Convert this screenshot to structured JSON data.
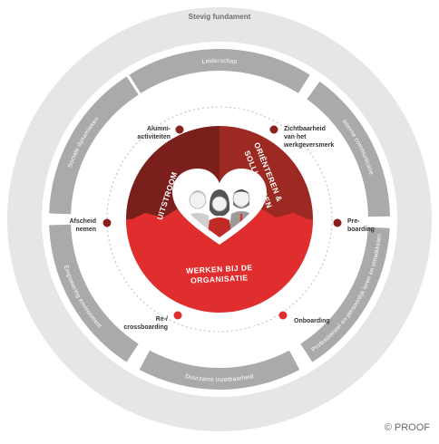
{
  "diagram": {
    "outer_ring_title": "Stevig fundament",
    "ring_segments": [
      {
        "id": "leiderschap",
        "label": "Leiderschap"
      },
      {
        "id": "interne-communicatie",
        "label": "Interne communicatie"
      },
      {
        "id": "professioneel",
        "label": "Professioneel en persoonlijk leren en ontwikkelen"
      },
      {
        "id": "duurzame",
        "label": "Duurzame inzetbaarheid"
      },
      {
        "id": "empowering",
        "label": "Empowering environment"
      },
      {
        "id": "sociale",
        "label": "Sociale dynamieken"
      }
    ],
    "milestones": [
      {
        "id": "alumni",
        "lines": [
          "Alumni-",
          "activiteiten"
        ]
      },
      {
        "id": "zichtbaarheid",
        "lines": [
          "Zichtbaarheid",
          "van het",
          "werkgeversmerk"
        ]
      },
      {
        "id": "preboarding",
        "lines": [
          "Pre-",
          "boarding"
        ]
      },
      {
        "id": "onboarding",
        "lines": [
          "Onboarding"
        ]
      },
      {
        "id": "recrossboarding",
        "lines": [
          "Re-/",
          "crossboarding"
        ]
      },
      {
        "id": "afscheid",
        "lines": [
          "Afscheid",
          "nemen"
        ]
      }
    ],
    "core": {
      "left_label": "UITSTROOM",
      "right_label_lines": [
        "ORIËNTEREN &",
        "SOLLICITEREN"
      ],
      "bottom_label_lines": [
        "WERKEN BIJ DE",
        "ORGANISATIE"
      ]
    }
  },
  "copyright": "© PROOF",
  "colors": {
    "ring_outer": "#e6e6e6",
    "ring_segment": "#aaaaaa",
    "dark_red": "#7a1f1c",
    "mid_red": "#9c2a22",
    "bright_red": "#e02d2d",
    "milestone_dark": "#8a1f1c",
    "milestone_bright": "#e02d2d"
  }
}
